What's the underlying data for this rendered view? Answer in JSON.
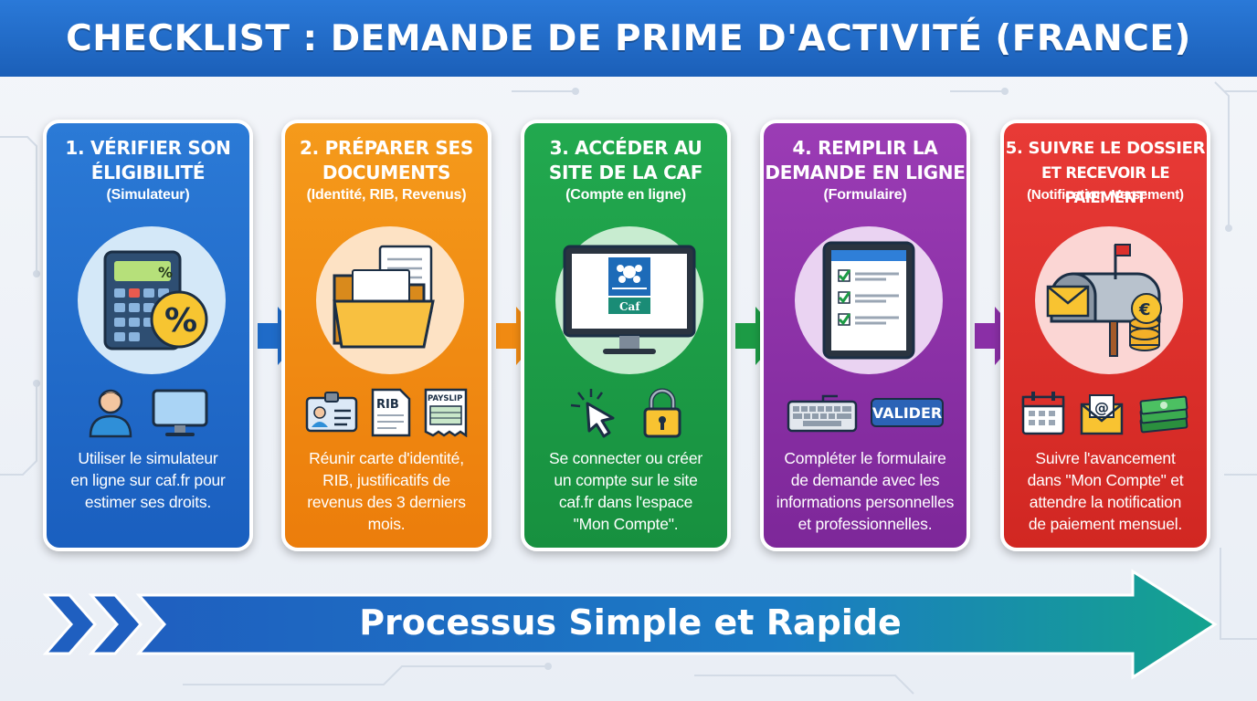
{
  "header": {
    "title": "CHECKLIST : DEMANDE DE PRIME D'ACTIVITÉ (FRANCE)"
  },
  "steps": [
    {
      "title_line1": "1. VÉRIFIER SON",
      "title_line2": "ÉLIGIBILITÉ",
      "subtitle": "(Simulateur)",
      "desc": [
        "Utiliser le simulateur",
        "en ligne sur caf.fr pour",
        "estimer ses droits."
      ],
      "color": "#1f6bc8",
      "icons": [
        "calculator-percent-icon",
        "user-icon",
        "computer-monitor-icon"
      ]
    },
    {
      "title_line1": "2. PRÉPARER SES",
      "title_line2": "DOCUMENTS",
      "subtitle": "(Identité, RIB, Revenus)",
      "desc": [
        "Réunir carte d'identité,",
        "RIB, justificatifs de",
        "revenus des 3 derniers",
        "mois."
      ],
      "color": "#f08a12",
      "icons": [
        "folder-documents-icon",
        "id-card-icon",
        "rib-document-icon",
        "payslip-icon"
      ],
      "rib_label": "RIB",
      "payslip_label": "PAYSLIP"
    },
    {
      "title_line1": "3. ACCÉDER AU",
      "title_line2": "SITE DE LA CAF",
      "subtitle": "(Compte en ligne)",
      "desc": [
        "Se connecter ou créer",
        "un compte sur le site",
        "caf.fr dans l'espace",
        "\"Mon Compte\"."
      ],
      "color": "#1c9b45",
      "icons": [
        "caf-website-monitor-icon",
        "cursor-click-icon",
        "padlock-icon"
      ],
      "logo_text": "Caf"
    },
    {
      "title_line1": "4. REMPLIR LA",
      "title_line2": "DEMANDE EN LIGNE",
      "subtitle": "(Formulaire)",
      "desc": [
        "Compléter le formulaire",
        "de demande avec les",
        "informations personnelles",
        "et professionnelles."
      ],
      "color": "#8a2fa6",
      "icons": [
        "tablet-checklist-icon",
        "keyboard-icon",
        "validate-button-icon"
      ],
      "button_label": "VALIDER"
    },
    {
      "title_line1": "5. SUIVRE LE DOSSIER",
      "title_line2": "ET RECEVOIR LE PAIEMENT",
      "subtitle": "(Notification, Versement)",
      "desc": [
        "Suivre l'avancement",
        "dans \"Mon Compte\" et",
        "attendre la notification",
        "de paiement mensuel."
      ],
      "color": "#dc302c",
      "icons": [
        "mailbox-coins-icon",
        "calendar-icon",
        "email-icon",
        "money-stack-icon"
      ]
    }
  ],
  "footer": {
    "label": "Processus Simple et Rapide"
  }
}
